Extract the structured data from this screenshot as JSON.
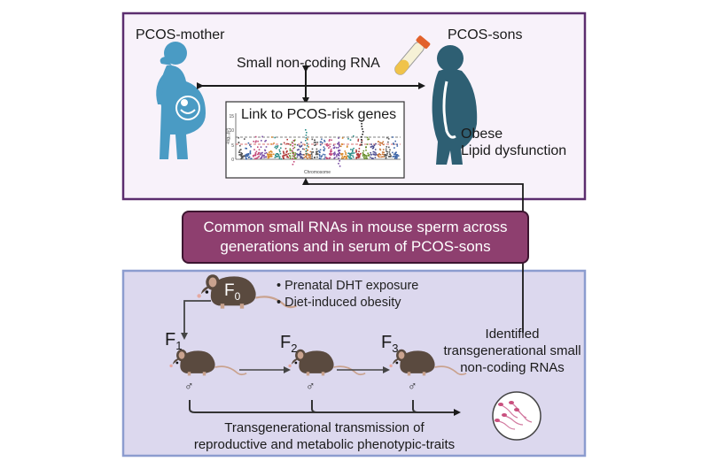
{
  "top_panel": {
    "mother_label": "PCOS-mother",
    "sons_label": "PCOS-sons",
    "rna_label": "Small non-coding RNA",
    "link_label": "Link to PCOS-risk genes",
    "sons_traits": [
      "Obese",
      "Lipid dysfunction"
    ],
    "plot_xlabel": "Chromosome",
    "plot_ylabel": "-log₁₀(P)",
    "plot_yticks": [
      "15",
      "10",
      "5",
      "0"
    ]
  },
  "banner": {
    "lines": [
      "Common small RNAs in mouse sperm across",
      "generations and in serum of PCOS-sons"
    ]
  },
  "bottom_panel": {
    "f0_label": "F",
    "f0_sub": "0",
    "exposures": [
      "Prenatal DHT exposure",
      "Diet-induced obesity"
    ],
    "generations": [
      {
        "label": "F",
        "sub": "1",
        "sex": "♂"
      },
      {
        "label": "F",
        "sub": "2",
        "sex": "♂"
      },
      {
        "label": "F",
        "sub": "3",
        "sex": "♂"
      }
    ],
    "identified_lines": [
      "Identified",
      "transgenerational small",
      "non-coding RNAs"
    ],
    "transmission_lines": [
      "Transgenerational transmission of",
      "reproductive and metabolic phenotypic-traits"
    ]
  },
  "colors": {
    "top_border": "#5b2d6e",
    "top_fill": "#f8f2fa",
    "bottom_border": "#8c9ccf",
    "bottom_fill": "#dcd8ee",
    "banner_fill": "#8e3f6f",
    "mother_body": "#4a9bc4",
    "son_body": "#2e5f73",
    "mouse": "#5a4a3f"
  }
}
